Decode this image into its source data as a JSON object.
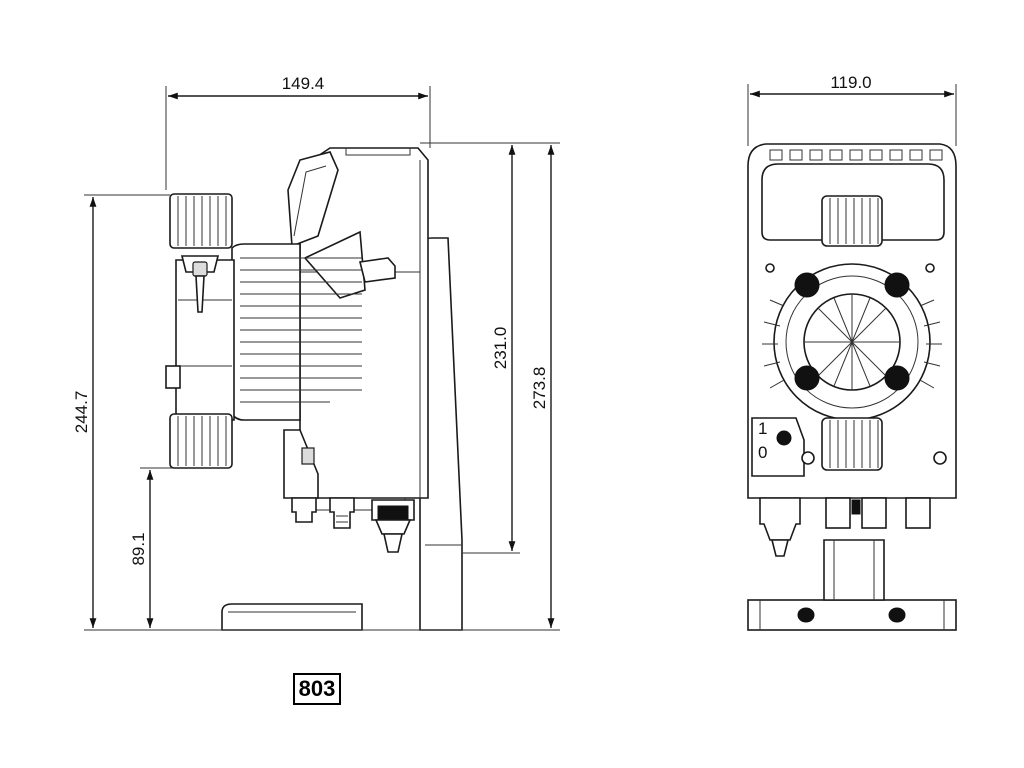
{
  "dimensions": {
    "side_width": "149.4",
    "front_width": "119.0",
    "height_to_inlet": "244.7",
    "body_height": "231.0",
    "total_height": "273.8",
    "outlet_height": "89.1"
  },
  "labels": {
    "switch_on": "1",
    "switch_off": "0"
  },
  "drawing_code": "803"
}
